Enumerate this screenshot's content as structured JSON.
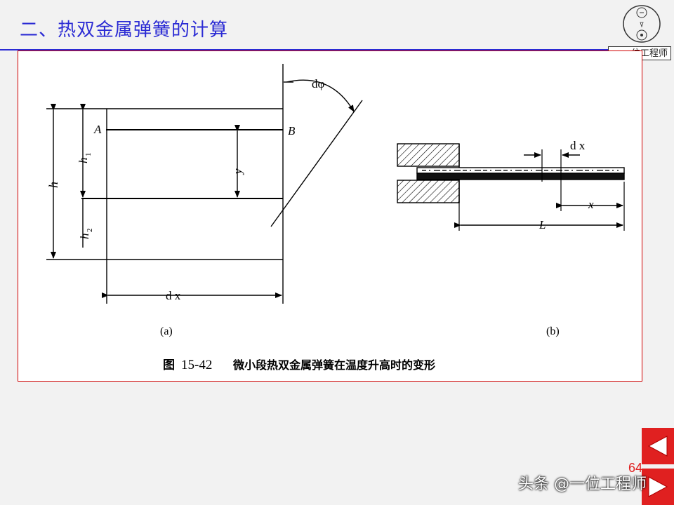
{
  "slide": {
    "title": "二、热双金属弹簧的计算",
    "page_number": "64",
    "brand_box": "位工程师",
    "watermark": "头条 @一位工程师"
  },
  "figure": {
    "caption_prefix": "图",
    "caption_number": "15-42",
    "caption_text": "微小段热双金属弹簧在温度升高时的变形",
    "panel_a": {
      "label": "(a)",
      "dphi": "dφ",
      "A": "A",
      "B": "B",
      "h": "h",
      "h1": "h",
      "h1_sub": "1",
      "h2": "h",
      "h2_sub": "2",
      "y": "y",
      "dx": "d x"
    },
    "panel_b": {
      "label": "(b)",
      "dx": "d x",
      "x": "x",
      "L": "L"
    }
  },
  "nav": {
    "prev": "left-arrow-icon",
    "next": "right-arrow-icon"
  },
  "colors": {
    "title": "#2b2bd4",
    "frame_border": "#d00000",
    "nav": "#e02020"
  }
}
